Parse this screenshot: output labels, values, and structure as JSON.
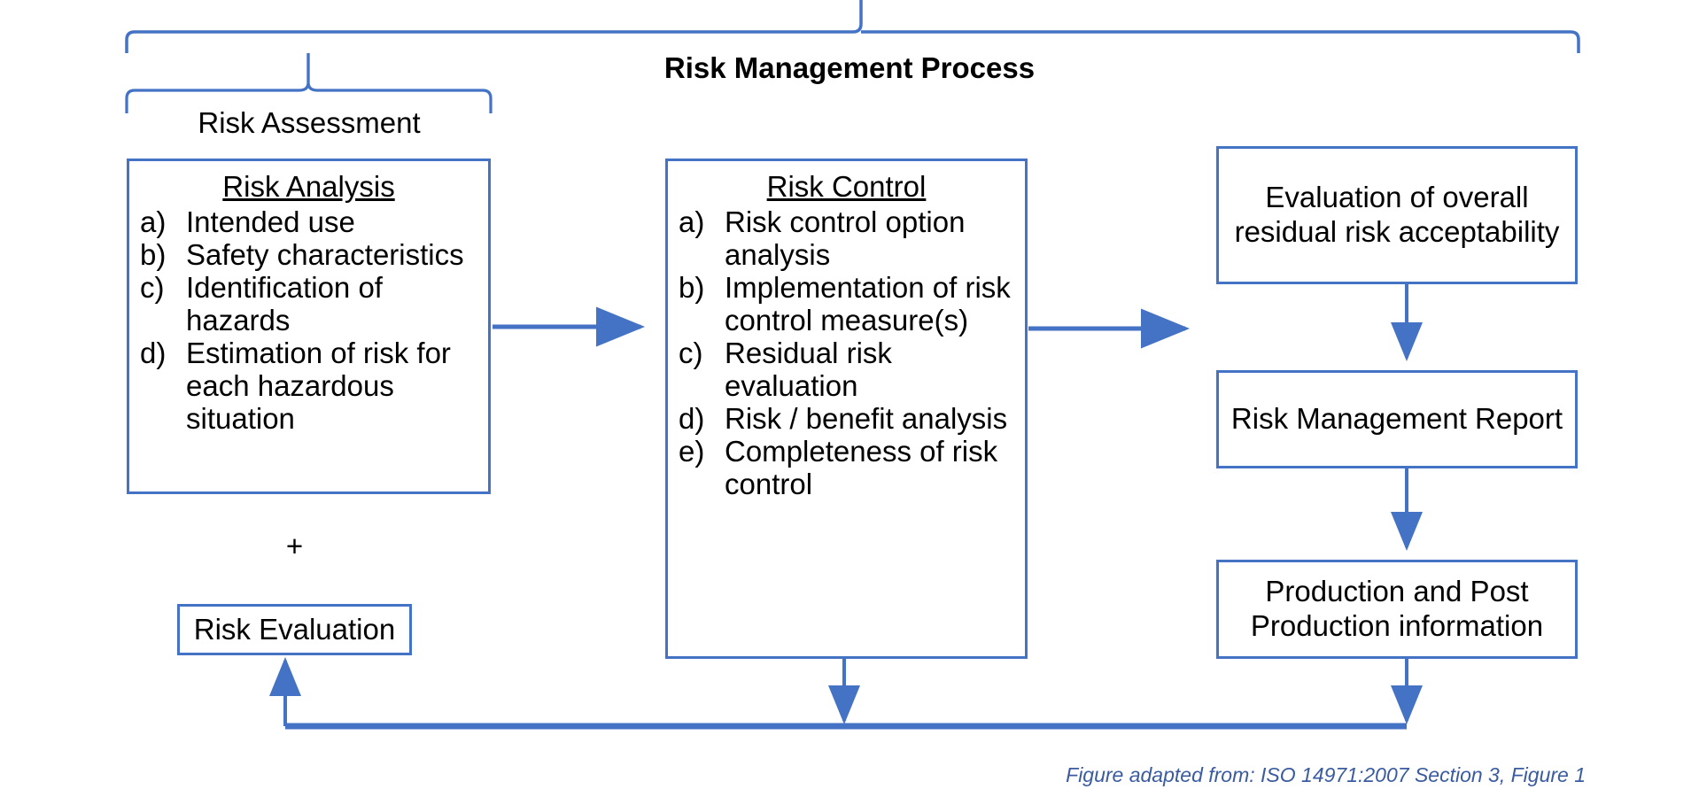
{
  "figure": {
    "process_title": "Risk Management Process",
    "assessment_label": "Risk Assessment",
    "plus_symbol": "+",
    "credit": "Figure adapted from: ISO 14971:2007 Section 3, Figure 1",
    "accent_color": "#4472C4",
    "credit_color": "#3A5BA0"
  },
  "risk_analysis": {
    "title": "Risk Analysis",
    "items": [
      {
        "marker": "a)",
        "text": "Intended use"
      },
      {
        "marker": "b)",
        "text": "Safety characteristics"
      },
      {
        "marker": "c)",
        "text": "Identification of hazards"
      },
      {
        "marker": "d)",
        "text": "Estimation of risk for each hazardous situation"
      }
    ]
  },
  "risk_control": {
    "title": "Risk Control",
    "items": [
      {
        "marker": "a)",
        "text": "Risk control option analysis"
      },
      {
        "marker": "b)",
        "text": "Implementation of risk control measure(s)"
      },
      {
        "marker": "c)",
        "text": "Residual risk evaluation"
      },
      {
        "marker": "d)",
        "text": "Risk / benefit analysis"
      },
      {
        "marker": "e)",
        "text": "Completeness of risk control"
      }
    ]
  },
  "risk_evaluation": {
    "label": "Risk Evaluation"
  },
  "right_column": {
    "evaluation_overall": "Evaluation of overall residual risk acceptability",
    "risk_management_report": "Risk Management Report",
    "production_post_production": "Production and Post Production information"
  }
}
